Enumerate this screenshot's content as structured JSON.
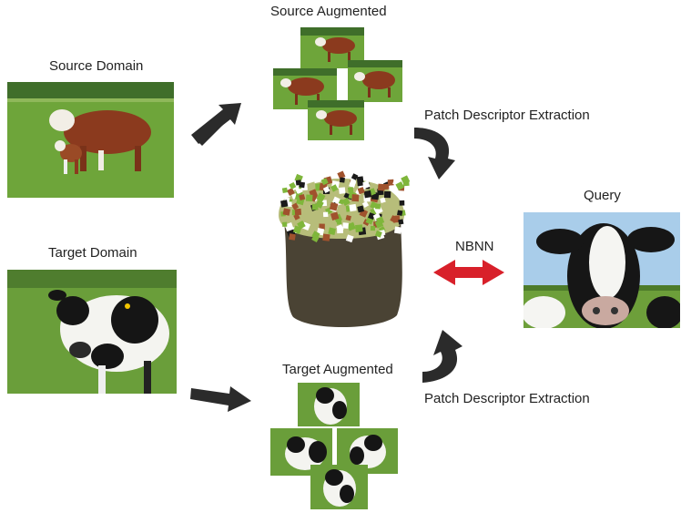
{
  "labels": {
    "source_domain": "Source Domain",
    "source_augmented": "Source Augmented",
    "patch_extraction_top": "Patch Descriptor Extraction",
    "query": "Query",
    "nbnn": "NBNN",
    "target_domain": "Target Domain",
    "target_augmented": "Target Augmented",
    "patch_extraction_bottom": "Patch Descriptor Extraction"
  },
  "colors": {
    "arrow_dark": "#2b2b2b",
    "nbnn_arrow": "#d8202a",
    "bag_body": "#4a4334",
    "bag_top": "#b7bd7a",
    "patch_green": "#7fb63b",
    "patch_black": "#1a1a1a",
    "patch_brown": "#a0522d",
    "patch_white": "#ffffff",
    "grass": "#5f9a32",
    "sky": "#a9cdea"
  },
  "icons": {
    "source_to_augmented": "diagonal-arrow-icon",
    "target_to_augmented": "right-arrow-icon",
    "curved_down": "curved-arrow-down-icon",
    "curved_up": "curved-arrow-up-icon",
    "nbnn_link": "double-arrow-icon",
    "bag_of_patches": "patch-bag-icon"
  }
}
